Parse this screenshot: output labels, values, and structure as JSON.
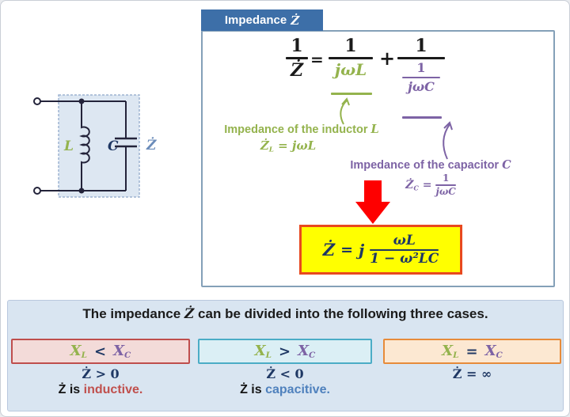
{
  "circuit": {
    "inductor_label": "L",
    "capacitor_label": "C",
    "impedance_label": "Ż"
  },
  "panel": {
    "header": {
      "label": "Impedance",
      "symbol": "Ż"
    },
    "formula": {
      "num1": "1",
      "den1": "Ż",
      "eq": "=",
      "num2": "1",
      "den2": "jωL",
      "plus": "+",
      "num3": "1",
      "sub_num": "1",
      "sub_den": "jωC"
    },
    "inductor_note": {
      "caption": "Impedance of the inductor",
      "symbol": "L",
      "f_lhs": "Ż",
      "f_sub": "L",
      "f_eq": " = ",
      "f_rhs": "jωL"
    },
    "capacitor_note": {
      "caption": "Impedance of the capacitor",
      "symbol": "C",
      "f_lhs": "Ż",
      "f_sub": "C",
      "f_eq": " = ",
      "f_num": "1",
      "f_den": "jωC"
    },
    "result": {
      "lhs": "Ż",
      "eq": "=",
      "coef": "j",
      "num": "ωL",
      "den": "1 − ω²LC"
    }
  },
  "cases_panel": {
    "title": {
      "pre": "The impedance ",
      "symbol": "Ż",
      "post": " can be divided into the following three cases."
    },
    "cases": [
      {
        "xl": "X",
        "xl_sub": "L",
        "op": "<",
        "xc": "X",
        "xc_sub": "C",
        "line1": "Ż > 0",
        "line2_pre": "Ż is ",
        "line2_word": "inductive.",
        "box_bg": "#f3dbd9",
        "box_border": "#bf4e4d",
        "word_color": "#c0504d"
      },
      {
        "xl": "X",
        "xl_sub": "L",
        "op": ">",
        "xc": "X",
        "xc_sub": "C",
        "line1": "Ż < 0",
        "line2_pre": "Ż is ",
        "line2_word": "capacitive.",
        "box_bg": "#dbeff5",
        "box_border": "#4bacc6",
        "word_color": "#4f81bd"
      },
      {
        "xl": "X",
        "xl_sub": "L",
        "op": "=",
        "xc": "X",
        "xc_sub": "C",
        "line1": "Ż = ∞",
        "line2_pre": "",
        "line2_word": "",
        "box_bg": "#fce8d2",
        "box_border": "#e78b3a",
        "word_color": "#1a1a1a"
      }
    ]
  },
  "colors": {
    "inductor_green": "#94b34d",
    "capacitor_purple": "#7d63a5",
    "formula_navy": "#1f3864",
    "header_blue": "#3d6fa8",
    "arrow_red": "#fe0000",
    "result_bg": "#ffff00",
    "result_border": "#e8491f",
    "cases_panel_bg": "#d9e5f1"
  }
}
